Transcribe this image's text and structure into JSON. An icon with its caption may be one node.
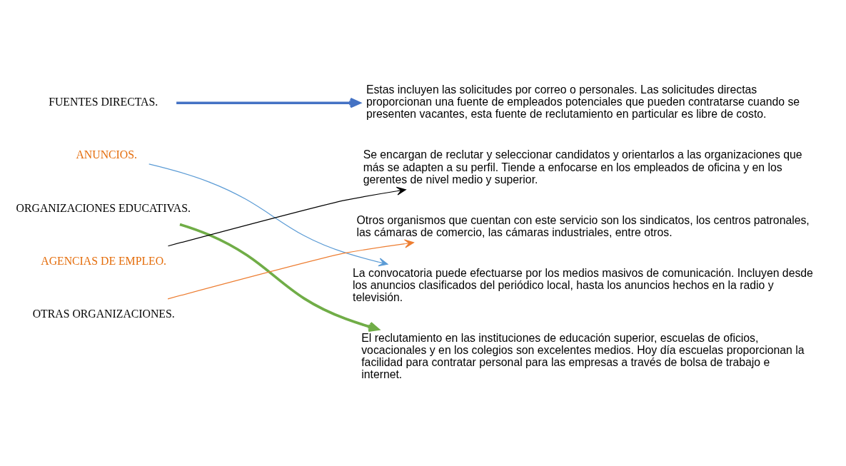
{
  "diagram": {
    "nodes": [
      {
        "text": [
          "FUENTES DIRECTAS."
        ]
      },
      {
        "text": [
          "ANUNCIOS."
        ]
      },
      {
        "text": [
          "ORGANIZACIONES EDUCATIVAS."
        ]
      },
      {
        "text": [
          "AGENCIAS DE EMPLEO."
        ]
      },
      {
        "text": [
          "OTRAS ORGANIZACIONES."
        ]
      },
      {
        "text": [
          "Estas incluyen las solicitudes por correo o personales. Las solicitudes directas proporcionan una fuente de empleados potenciales que pueden contratarse cuando se presenten vacantes, esta fuente de reclutamiento en particular es libre de costo."
        ]
      },
      {
        "text": [
          "Se encargan de reclutar y seleccionar candidatos y orientarlos a las organizaciones que más se adapten a su perfil. Tiende a enfocarse en los empleados de oficina y en los gerentes de nivel medio y superior."
        ]
      },
      {
        "text": [
          "Otros organismos que cuentan con este servicio son los sindicatos, los centros patronales, las cámaras de comercio, las cámaras industriales, entre otros."
        ]
      },
      {
        "text": [
          "La convocatoria puede efectuarse por los medios masivos de comunicación. Incluyen desde los anuncios clasificados del periódico local, hasta los anuncios hechos en la radio y televisión."
        ]
      },
      {
        "text": [
          "El reclutamiento en las instituciones de educación superior, escuelas de oficios, vocacionales y en los colegios son excelentes medios. Hoy día escuelas proporcionan la facilidad para contratar personal para las empresas a través de bolsa de trabajo e internet."
        ]
      }
    ],
    "edges": [
      {
        "from": 0,
        "to": 5,
        "arrow": "to",
        "style": "thick",
        "color": "#4472c4"
      },
      {
        "from": 1,
        "to": 8,
        "arrow": "to",
        "color": "#5b9bd5"
      },
      {
        "from": 2,
        "to": 9,
        "arrow": "to",
        "style": "thick",
        "color": "#70ad47"
      },
      {
        "from": 3,
        "to": 6,
        "arrow": "to",
        "color": "#000000"
      },
      {
        "from": 4,
        "to": 7,
        "arrow": "to",
        "color": "#ed7d31"
      }
    ]
  }
}
